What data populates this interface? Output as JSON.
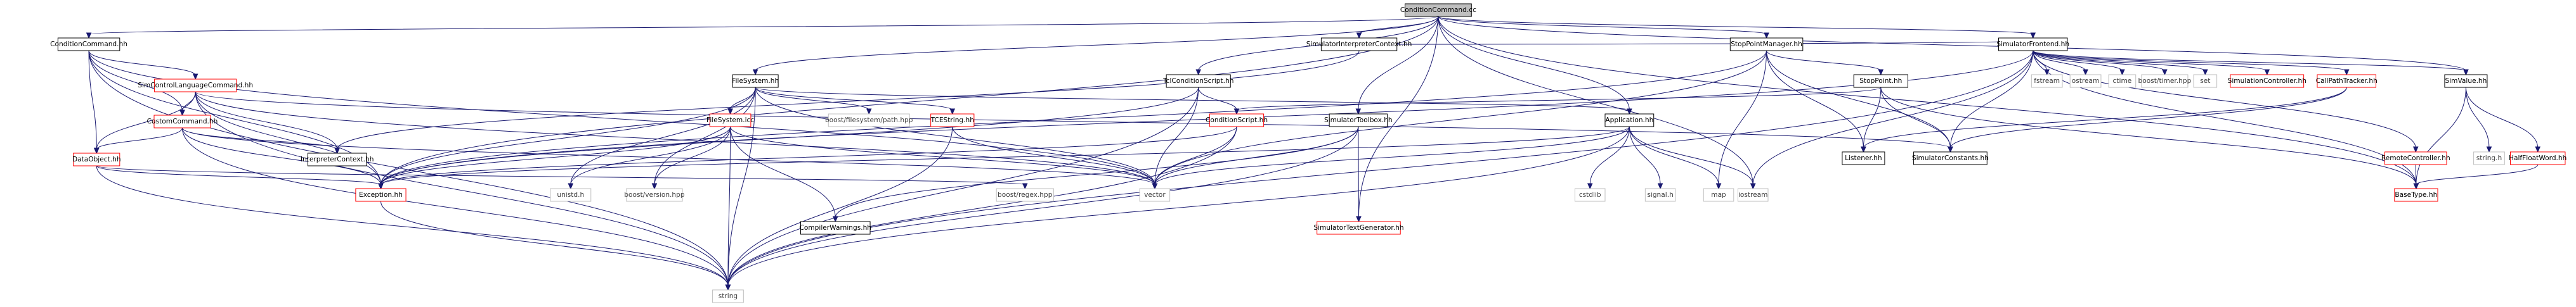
{
  "graph": {
    "root": "ConditionCommand.cc",
    "nodes": [
      {
        "id": "cc",
        "label": "ConditionCommand.cc",
        "kind": "root"
      },
      {
        "id": "cch",
        "label": "ConditionCommand.hh",
        "kind": "documented"
      },
      {
        "id": "sic",
        "label": "SimulatorInterpreterContext.hh",
        "kind": "documented"
      },
      {
        "id": "scl",
        "label": "SimControlLanguageCommand.hh",
        "kind": "undocumented"
      },
      {
        "id": "cust",
        "label": "CustomCommand.hh",
        "kind": "undocumented"
      },
      {
        "id": "dobj",
        "label": "DataObject.hh",
        "kind": "undocumented"
      },
      {
        "id": "exc",
        "label": "Exception.hh",
        "kind": "undocumented"
      },
      {
        "id": "str",
        "label": "string",
        "kind": "external"
      },
      {
        "id": "ictx",
        "label": "InterpreterContext.hh",
        "kind": "documented"
      },
      {
        "id": "fs",
        "label": "FileSystem.hh",
        "kind": "documented"
      },
      {
        "id": "fsi",
        "label": "FileSystem.icc",
        "kind": "undocumented"
      },
      {
        "id": "unistd",
        "label": "unistd.h",
        "kind": "external"
      },
      {
        "id": "bver",
        "label": "boost/version.hpp",
        "kind": "external"
      },
      {
        "id": "bfsp",
        "label": "boost/filesystem/path.hpp",
        "kind": "external"
      },
      {
        "id": "tces",
        "label": "TCEString.hh",
        "kind": "undocumented"
      },
      {
        "id": "cw",
        "label": "CompilerWarnings.hh",
        "kind": "documented"
      },
      {
        "id": "breg",
        "label": "boost/regex.hpp",
        "kind": "external"
      },
      {
        "id": "vec",
        "label": "vector",
        "kind": "external"
      },
      {
        "id": "tcl",
        "label": "TclConditionScript.hh",
        "kind": "documented"
      },
      {
        "id": "csc",
        "label": "ConditionScript.hh",
        "kind": "undocumented"
      },
      {
        "id": "stb",
        "label": "SimulatorToolbox.hh",
        "kind": "documented"
      },
      {
        "id": "stg",
        "label": "SimulatorTextGenerator.hh",
        "kind": "undocumented"
      },
      {
        "id": "app",
        "label": "Application.hh",
        "kind": "documented"
      },
      {
        "id": "cstd",
        "label": "cstdlib",
        "kind": "external"
      },
      {
        "id": "sig",
        "label": "signal.h",
        "kind": "external"
      },
      {
        "id": "map",
        "label": "map",
        "kind": "external"
      },
      {
        "id": "ios",
        "label": "iostream",
        "kind": "external"
      },
      {
        "id": "spm",
        "label": "StopPointManager.hh",
        "kind": "documented"
      },
      {
        "id": "sp",
        "label": "StopPoint.hh",
        "kind": "documented"
      },
      {
        "id": "lst",
        "label": "Listener.hh",
        "kind": "documented"
      },
      {
        "id": "scon",
        "label": "SimulatorConstants.hh",
        "kind": "documented"
      },
      {
        "id": "sfe",
        "label": "SimulatorFrontend.hh",
        "kind": "documented"
      },
      {
        "id": "fst",
        "label": "fstream",
        "kind": "external"
      },
      {
        "id": "ost",
        "label": "ostream",
        "kind": "external"
      },
      {
        "id": "ctm",
        "label": "ctime",
        "kind": "external"
      },
      {
        "id": "btm",
        "label": "boost/timer.hpp",
        "kind": "external"
      },
      {
        "id": "set",
        "label": "set",
        "kind": "external"
      },
      {
        "id": "simc",
        "label": "SimulationController.hh",
        "kind": "undocumented"
      },
      {
        "id": "cpt",
        "label": "CallPathTracker.hh",
        "kind": "undocumented"
      },
      {
        "id": "rc",
        "label": "RemoteController.hh",
        "kind": "undocumented"
      },
      {
        "id": "bt",
        "label": "BaseType.hh",
        "kind": "undocumented"
      },
      {
        "id": "sv",
        "label": "SimValue.hh",
        "kind": "documented"
      },
      {
        "id": "strh",
        "label": "string.h",
        "kind": "external"
      },
      {
        "id": "hfw",
        "label": "HalfFloatWord.hh",
        "kind": "undocumented"
      }
    ],
    "edges": [
      [
        "cc",
        "cch"
      ],
      [
        "cc",
        "sic"
      ],
      [
        "cc",
        "fs"
      ],
      [
        "cc",
        "tcl"
      ],
      [
        "cc",
        "stb"
      ],
      [
        "cc",
        "stg"
      ],
      [
        "cc",
        "app"
      ],
      [
        "cc",
        "spm"
      ],
      [
        "cc",
        "sfe"
      ],
      [
        "cc",
        "sv"
      ],
      [
        "cc",
        "exc"
      ],
      [
        "cc",
        "ios"
      ],
      [
        "cc",
        "bt"
      ],
      [
        "cch",
        "scl"
      ],
      [
        "cch",
        "cust"
      ],
      [
        "cch",
        "dobj"
      ],
      [
        "cch",
        "exc"
      ],
      [
        "cch",
        "str"
      ],
      [
        "cch",
        "vec"
      ],
      [
        "sic",
        "ictx"
      ],
      [
        "sic",
        "sfe"
      ],
      [
        "scl",
        "cust"
      ],
      [
        "scl",
        "dobj"
      ],
      [
        "scl",
        "exc"
      ],
      [
        "scl",
        "str"
      ],
      [
        "scl",
        "vec"
      ],
      [
        "scl",
        "ictx"
      ],
      [
        "scl",
        "scon"
      ],
      [
        "cust",
        "dobj"
      ],
      [
        "cust",
        "exc"
      ],
      [
        "cust",
        "str"
      ],
      [
        "cust",
        "vec"
      ],
      [
        "cust",
        "ictx"
      ],
      [
        "dobj",
        "exc"
      ],
      [
        "dobj",
        "str"
      ],
      [
        "dobj",
        "breg"
      ],
      [
        "exc",
        "str"
      ],
      [
        "fs",
        "fsi"
      ],
      [
        "fs",
        "unistd"
      ],
      [
        "fs",
        "bver"
      ],
      [
        "fs",
        "bfsp"
      ],
      [
        "fs",
        "tces"
      ],
      [
        "fs",
        "exc"
      ],
      [
        "fs",
        "str"
      ],
      [
        "fs",
        "vec"
      ],
      [
        "fs",
        "app"
      ],
      [
        "fsi",
        "unistd"
      ],
      [
        "fsi",
        "bver"
      ],
      [
        "fsi",
        "cw"
      ],
      [
        "fsi",
        "exc"
      ],
      [
        "fsi",
        "str"
      ],
      [
        "fsi",
        "vec"
      ],
      [
        "tces",
        "str"
      ],
      [
        "tces",
        "vec"
      ],
      [
        "tcl",
        "csc"
      ],
      [
        "tcl",
        "exc"
      ],
      [
        "tcl",
        "str"
      ],
      [
        "tcl",
        "vec"
      ],
      [
        "csc",
        "str"
      ],
      [
        "csc",
        "vec"
      ],
      [
        "csc",
        "exc"
      ],
      [
        "stb",
        "stg"
      ],
      [
        "stb",
        "cw"
      ],
      [
        "stb",
        "str"
      ],
      [
        "stb",
        "vec"
      ],
      [
        "app",
        "cstd"
      ],
      [
        "app",
        "sig"
      ],
      [
        "app",
        "map"
      ],
      [
        "app",
        "ios"
      ],
      [
        "app",
        "str"
      ],
      [
        "app",
        "vec"
      ],
      [
        "app",
        "exc"
      ],
      [
        "spm",
        "sp"
      ],
      [
        "spm",
        "lst"
      ],
      [
        "spm",
        "scon"
      ],
      [
        "spm",
        "map"
      ],
      [
        "spm",
        "vec"
      ],
      [
        "spm",
        "exc"
      ],
      [
        "sp",
        "lst"
      ],
      [
        "sp",
        "scon"
      ],
      [
        "sp",
        "csc"
      ],
      [
        "sp",
        "bt"
      ],
      [
        "sfe",
        "fst"
      ],
      [
        "sfe",
        "ost"
      ],
      [
        "sfe",
        "ctm"
      ],
      [
        "sfe",
        "btm"
      ],
      [
        "sfe",
        "set"
      ],
      [
        "sfe",
        "simc"
      ],
      [
        "sfe",
        "cpt"
      ],
      [
        "sfe",
        "rc"
      ],
      [
        "sfe",
        "scon"
      ],
      [
        "sfe",
        "sv"
      ],
      [
        "sfe",
        "bt"
      ],
      [
        "sfe",
        "str"
      ],
      [
        "sfe",
        "exc"
      ],
      [
        "sfe",
        "ios"
      ],
      [
        "cpt",
        "lst"
      ],
      [
        "cpt",
        "scon"
      ],
      [
        "rc",
        "bt"
      ],
      [
        "sv",
        "strh"
      ],
      [
        "sv",
        "hfw"
      ],
      [
        "sv",
        "bt"
      ],
      [
        "hfw",
        "bt"
      ]
    ]
  }
}
